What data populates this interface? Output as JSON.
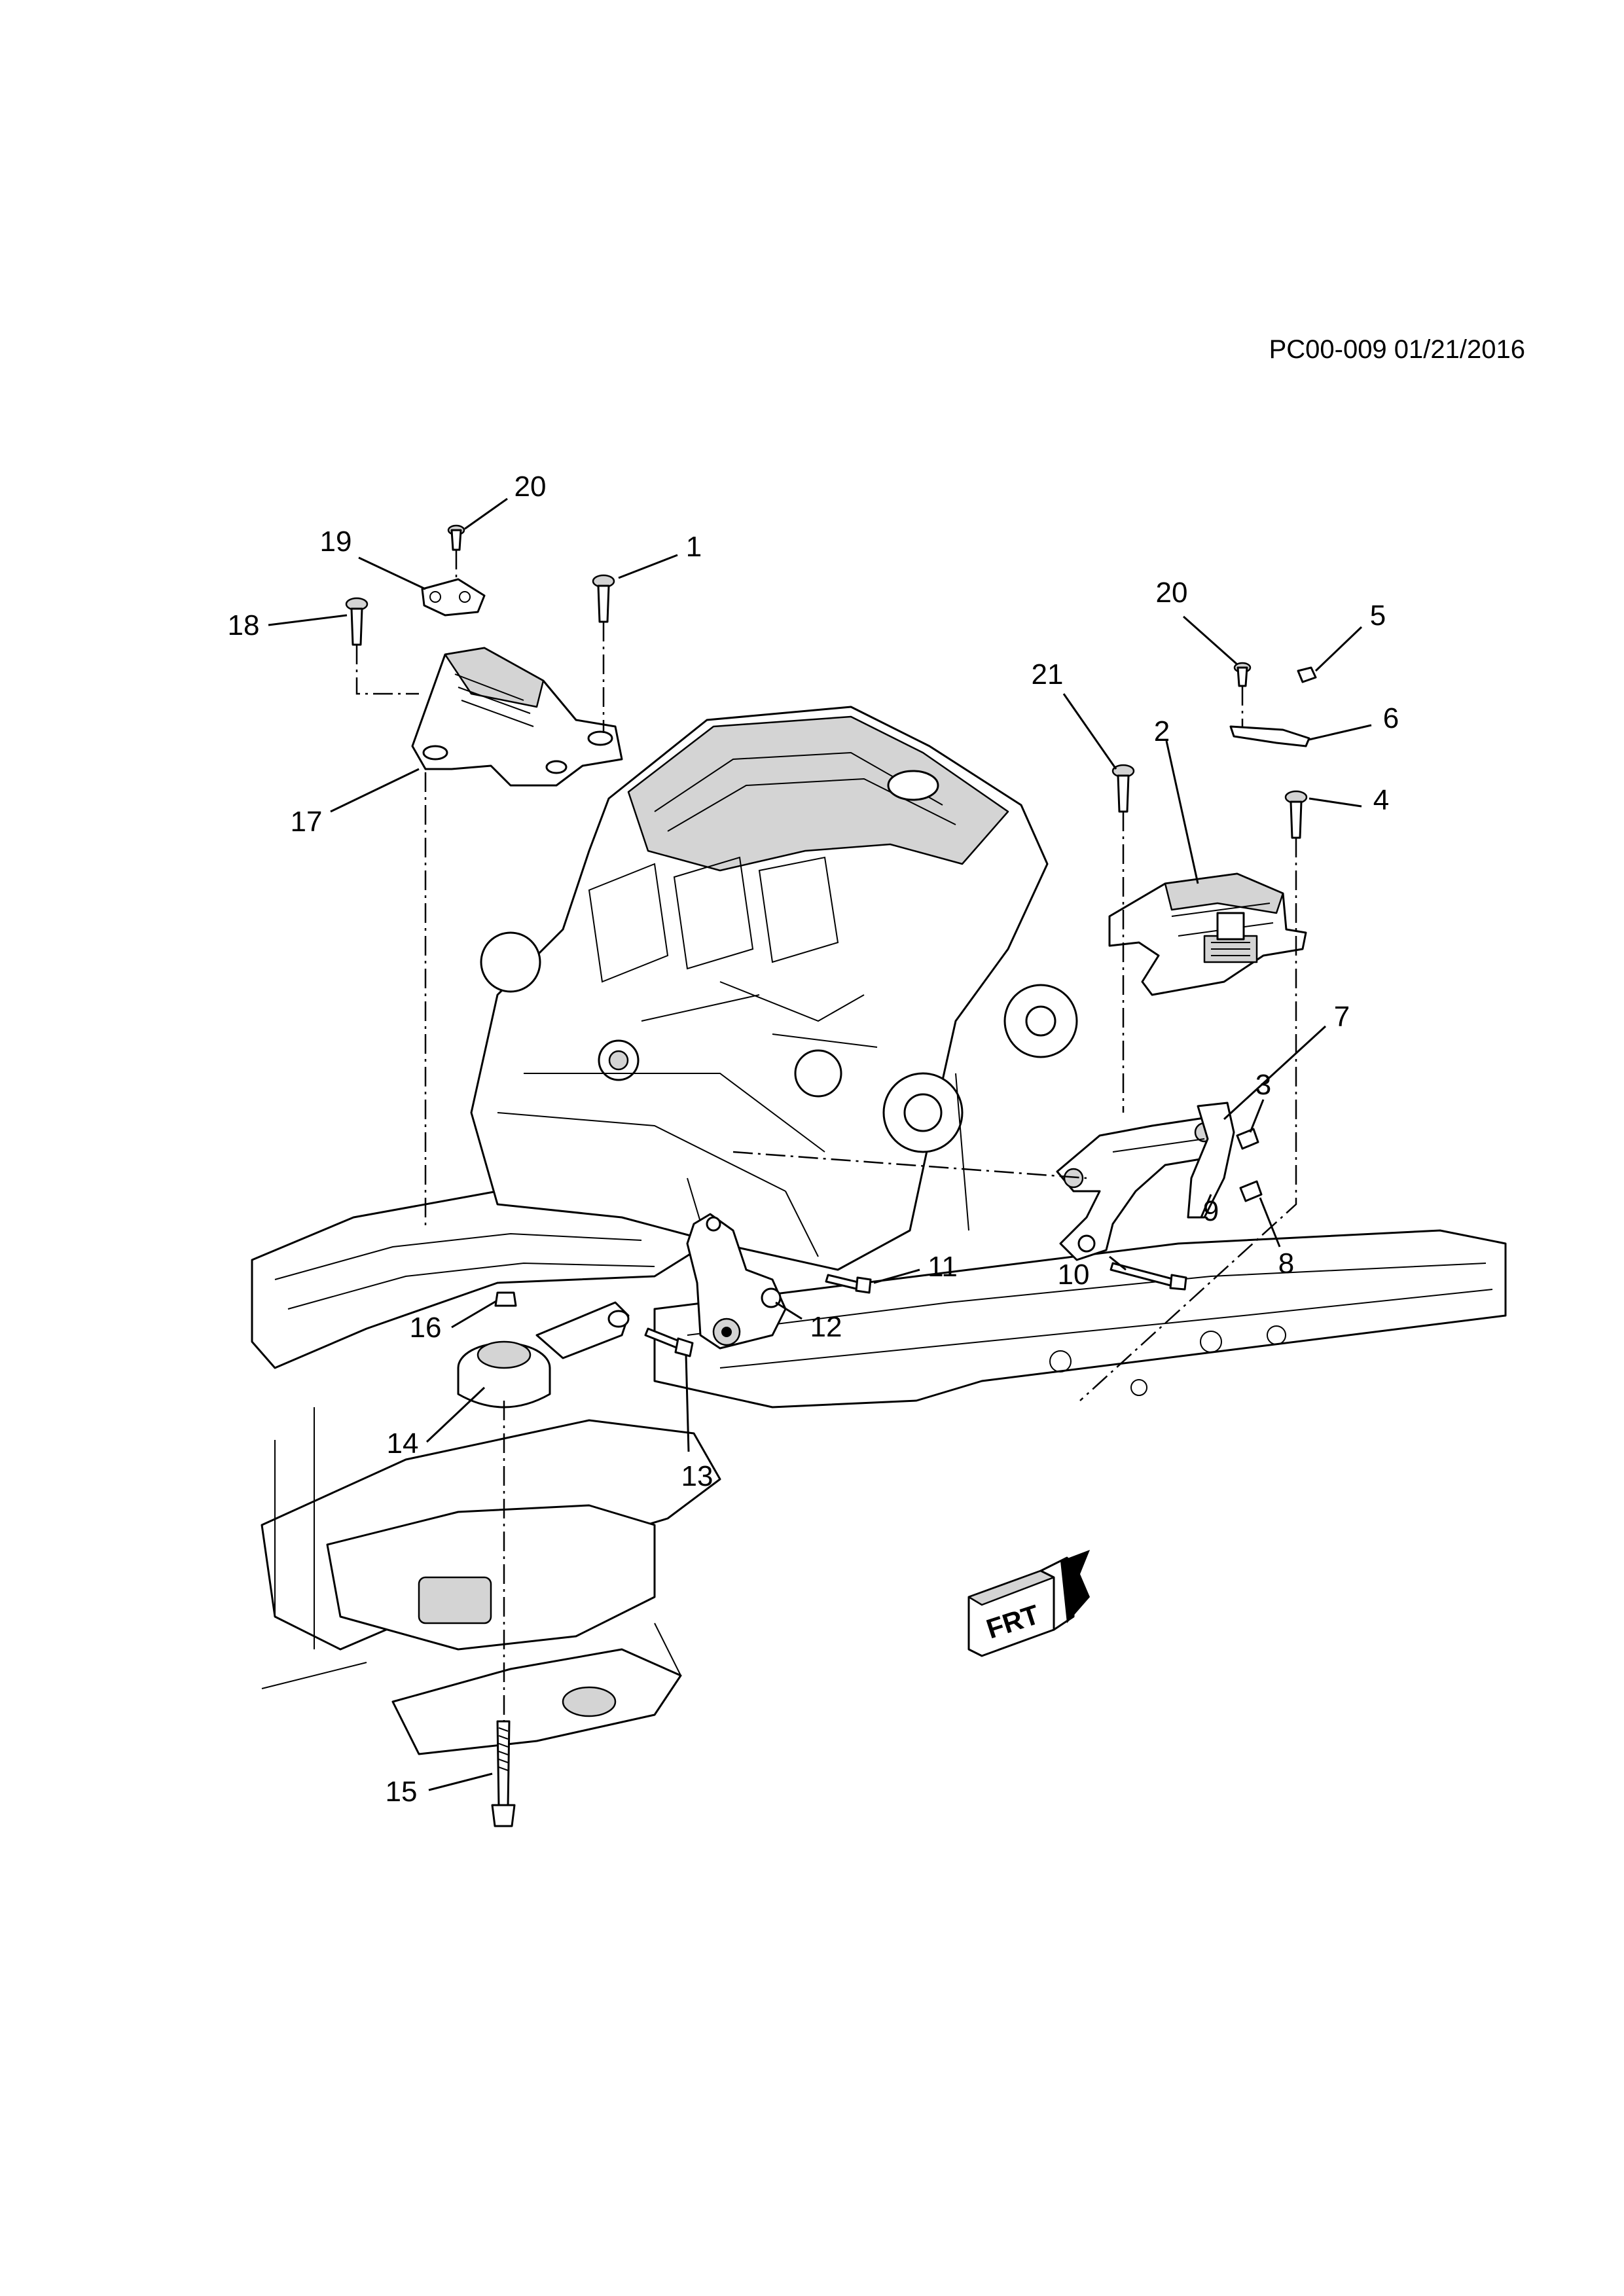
{
  "reference": "PC00-009 01/21/2016",
  "orientation_marker": "FRT",
  "callouts": [
    "1",
    "2",
    "3",
    "4",
    "5",
    "6",
    "7",
    "8",
    "9",
    "10",
    "11",
    "12",
    "13",
    "14",
    "15",
    "16",
    "17",
    "18",
    "19",
    "20",
    "20",
    "21"
  ]
}
